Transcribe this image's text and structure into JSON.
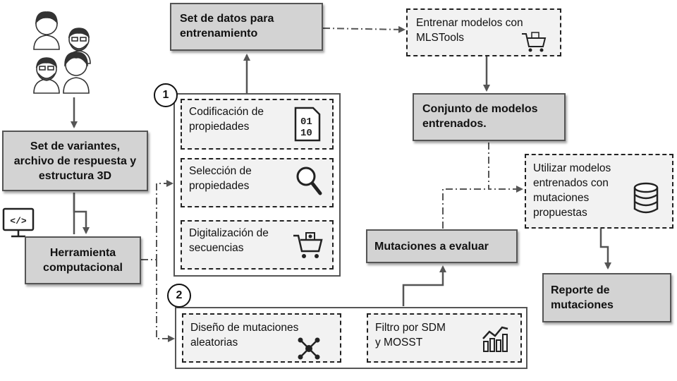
{
  "nodes": {
    "dataset": "Set de datos para\nentrenamiento",
    "train": "Entrenar modelos con\nMLSTools",
    "trained_set": "Conjunto de modelos\nentrenados.",
    "variants": "Set de variantes,\narchivo de respuesta y\nestructura 3D",
    "tool": "Herramienta\ncomputacional",
    "encoding": "Codificación de\npropiedades",
    "selection": "Selección de\npropiedades",
    "digitalization": "Digitalización de\nsecuencias",
    "use_models": "Utilizar modelos\nentrenados con\nmutaciones\npropuestas",
    "mutations_eval": "Mutaciones a evaluar",
    "report": "Reporte de\nmutaciones",
    "design": "Diseño de mutaciones\naleatorias",
    "filter": "Filtro por SDM\ny MOSST"
  },
  "step_numbers": {
    "one": "1",
    "two": "2"
  },
  "colors": {
    "gray_fill": "#d3d3d3",
    "light_fill": "#f2f2f2",
    "line": "#555555"
  },
  "icons": [
    "people-icon",
    "code-monitor-icon",
    "binary-file-icon",
    "magnifier-icon",
    "cart-icon",
    "database-icon",
    "network-icon",
    "bar-chart-icon"
  ]
}
